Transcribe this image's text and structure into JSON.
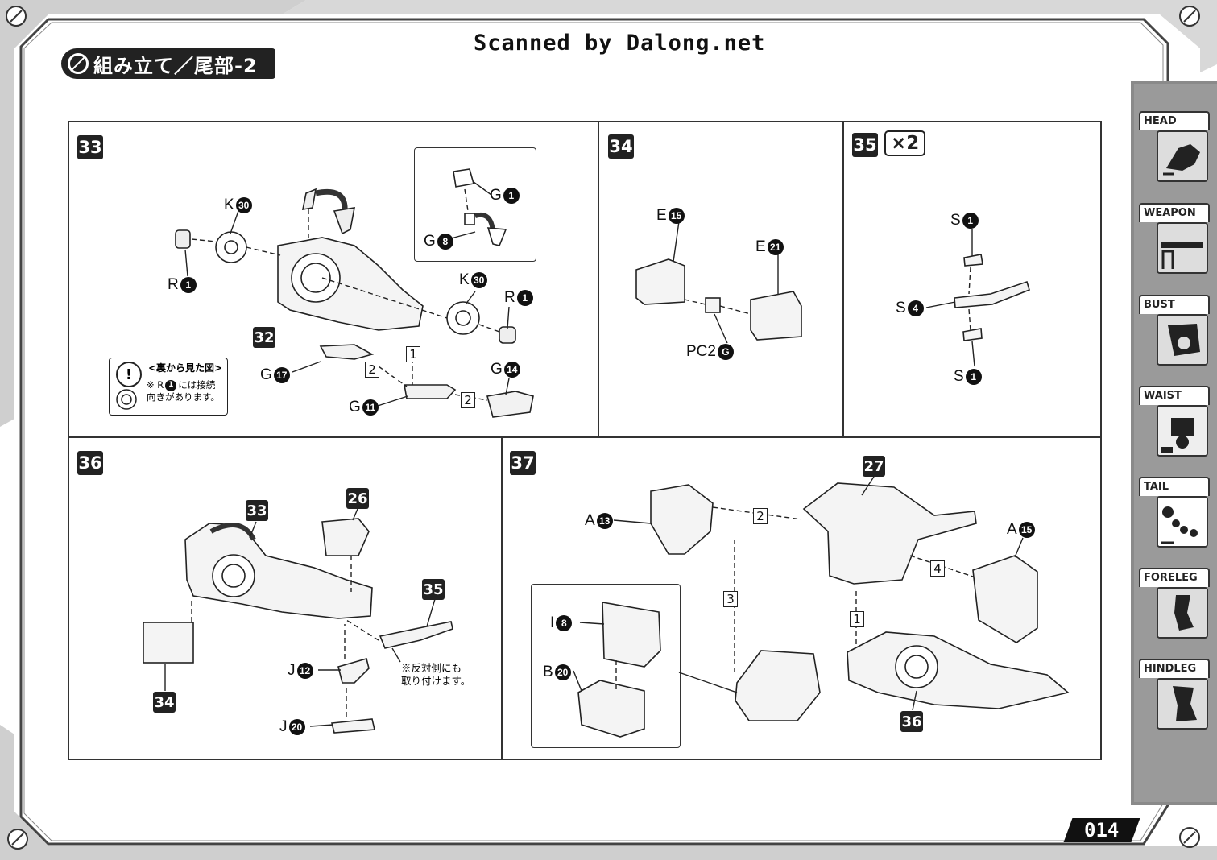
{
  "header": {
    "title": "組み立て／尾部-2",
    "scan_credit": "Scanned by Dalong.net",
    "page_number": "014"
  },
  "side_tabs": [
    {
      "label": "HEAD"
    },
    {
      "label": "WEAPON"
    },
    {
      "label": "BUST"
    },
    {
      "label": "WAIST"
    },
    {
      "label": "TAIL"
    },
    {
      "label": "FORELEG"
    },
    {
      "label": "HINDLEG"
    }
  ],
  "steps": {
    "s33": {
      "number": "33",
      "labels": {
        "k30_top": {
          "letter": "K",
          "num": "30"
        },
        "r1_left": {
          "letter": "R",
          "num": "1"
        },
        "k30_right": {
          "letter": "K",
          "num": "30"
        },
        "r1_right": {
          "letter": "R",
          "num": "1"
        },
        "g1": {
          "letter": "G",
          "num": "1"
        },
        "g8": {
          "letter": "G",
          "num": "8"
        },
        "g17": {
          "letter": "G",
          "num": "17"
        },
        "g14": {
          "letter": "G",
          "num": "14"
        },
        "g11": {
          "letter": "G",
          "num": "11"
        }
      },
      "sub_ref": "32",
      "order": {
        "a": "1",
        "b": "2",
        "c": "2"
      },
      "note": {
        "mark": "!",
        "title": "<裏から見た図>",
        "line1_prefix": "※ R",
        "line1_num": "1",
        "line1_suffix": "には接続",
        "line2": "向きがあります。"
      }
    },
    "s34": {
      "number": "34",
      "labels": {
        "e15": {
          "letter": "E",
          "num": "15"
        },
        "e21": {
          "letter": "E",
          "num": "21"
        },
        "pc2g": {
          "letter": "PC2",
          "num": "G"
        }
      }
    },
    "s35": {
      "number": "35",
      "multiplier": "×2",
      "labels": {
        "s1_top": {
          "letter": "S",
          "num": "1"
        },
        "s4": {
          "letter": "S",
          "num": "4"
        },
        "s1_bottom": {
          "letter": "S",
          "num": "1"
        }
      }
    },
    "s36": {
      "number": "36",
      "refs": {
        "a": "33",
        "b": "26",
        "c": "35",
        "d": "34"
      },
      "labels": {
        "j12": {
          "letter": "J",
          "num": "12"
        },
        "j20": {
          "letter": "J",
          "num": "20"
        }
      },
      "remark_line1": "※反対側にも",
      "remark_line2": "取り付けます。"
    },
    "s37": {
      "number": "37",
      "refs": {
        "a": "27",
        "b": "36"
      },
      "labels": {
        "a13": {
          "letter": "A",
          "num": "13"
        },
        "a15": {
          "letter": "A",
          "num": "15"
        },
        "i8": {
          "letter": "I",
          "num": "8"
        },
        "b20": {
          "letter": "B",
          "num": "20"
        }
      },
      "order": {
        "a": "2",
        "b": "3",
        "c": "4",
        "d": "1"
      }
    }
  }
}
